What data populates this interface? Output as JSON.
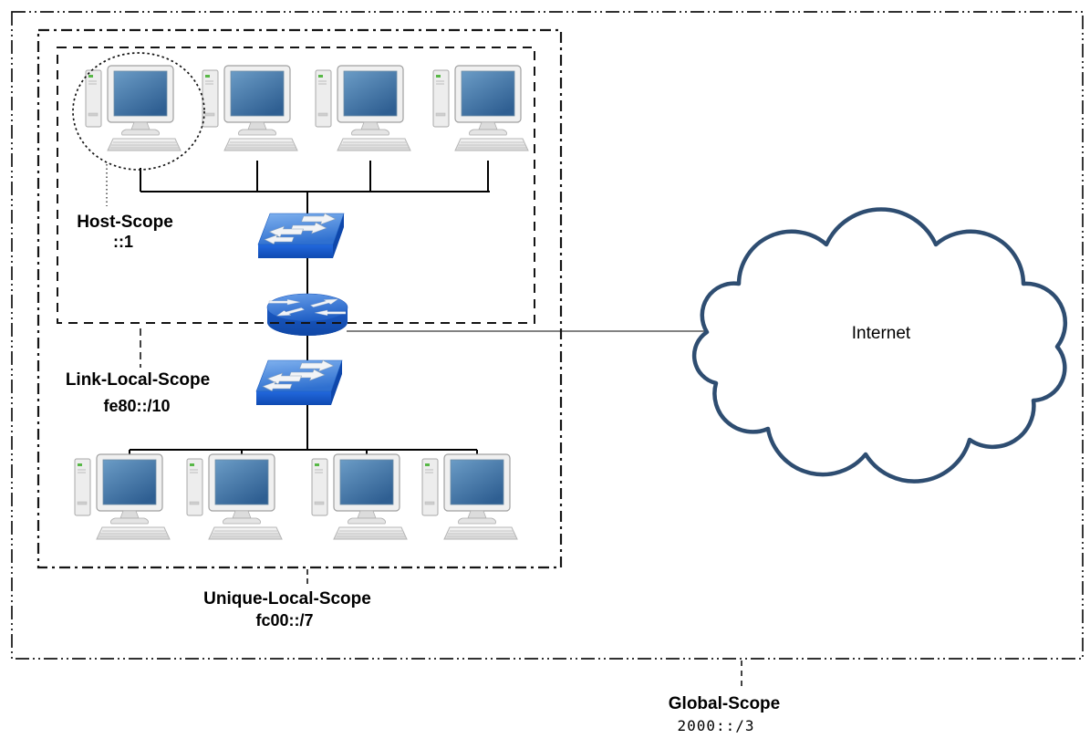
{
  "diagram": {
    "title_hint": "IPv6 address scopes network diagram",
    "scopes": {
      "host": {
        "title": "Host-Scope",
        "subtitle": "::1"
      },
      "link_local": {
        "title": "Link-Local-Scope",
        "subtitle": "fe80::/10"
      },
      "unique_local": {
        "title": "Unique-Local-Scope",
        "subtitle": "fc00::/7"
      },
      "global": {
        "title": "Global-Scope",
        "subtitle": "2000::/3"
      }
    },
    "internet": {
      "label": "Internet"
    },
    "devices": {
      "top_host_count": 4,
      "bottom_host_count": 4,
      "switch_count": 2,
      "router_count": 1
    },
    "icons": [
      "pc-icon",
      "switch-icon",
      "router-icon",
      "cloud-icon"
    ],
    "colors": {
      "border": "#141414",
      "connector": "#000000",
      "uplink_gray": "#595959",
      "cloud_stroke": "#2e4d71",
      "cloud_fill": "#ffffff",
      "switch_blue": "#2f70d0",
      "switch_blue_dark": "#0e47ab",
      "router_blue": "#2765ca",
      "screen_blue": "#3c6f9e",
      "chassis_gray": "#ededed",
      "led_green": "#58b847"
    }
  }
}
